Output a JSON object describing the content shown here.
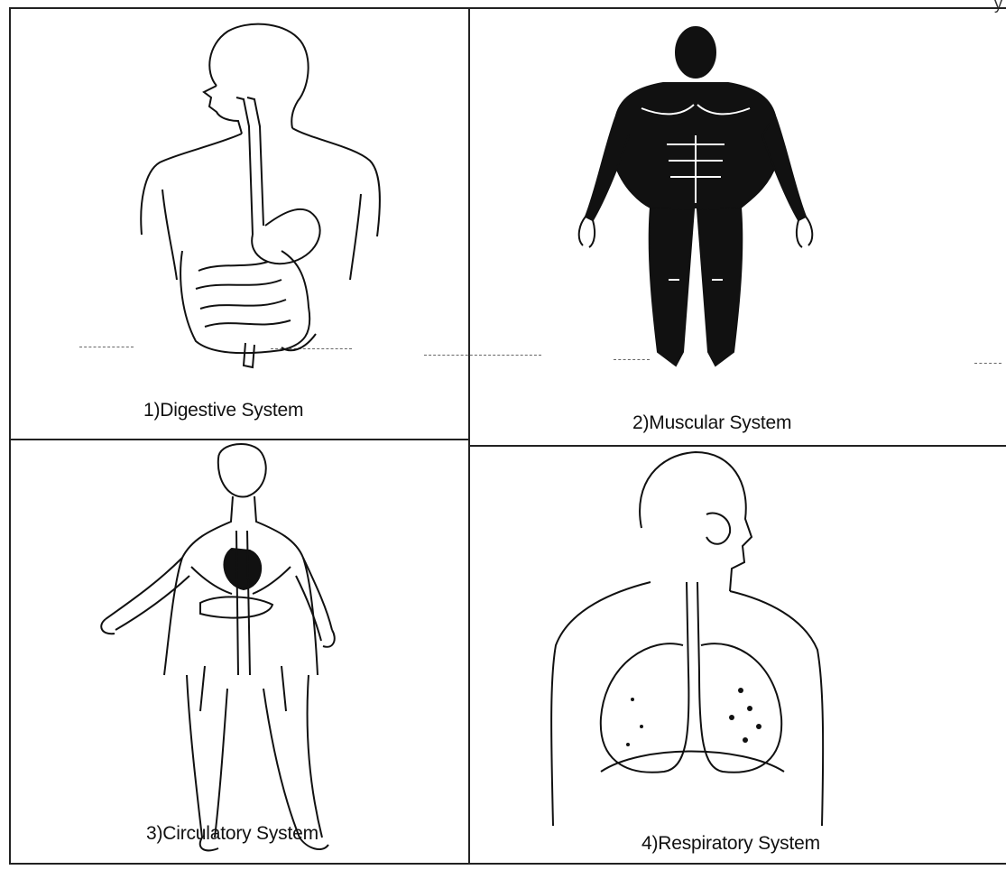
{
  "panels": [
    {
      "number": "1",
      "caption": "1)Digestive System"
    },
    {
      "number": "2",
      "caption": "2)Muscular System"
    },
    {
      "number": "3",
      "caption": "3)Circulatory System"
    },
    {
      "number": "4",
      "caption": "4)Respiratory System"
    }
  ],
  "corner_mark": "y",
  "icons": [
    "digestive-system-illustration",
    "muscular-system-illustration",
    "circulatory-system-illustration",
    "respiratory-system-illustration"
  ]
}
